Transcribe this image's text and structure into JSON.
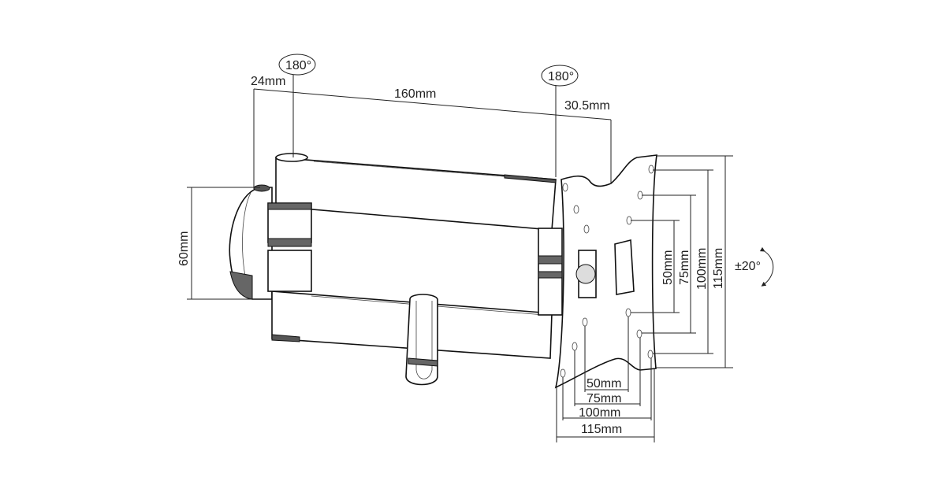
{
  "diagram": {
    "rotation_labels": {
      "shoulder": "180°",
      "elbow": "180°",
      "tilt": "±20°"
    },
    "arm_dimensions": {
      "wall_offset": "24mm",
      "arm_length": "160mm",
      "plate_offset": "30.5mm",
      "wall_plate_height": "60mm"
    },
    "vesa_vertical": [
      "50mm",
      "75mm",
      "100mm",
      "115mm"
    ],
    "vesa_horizontal": [
      "50mm",
      "75mm",
      "100mm",
      "115mm"
    ]
  }
}
